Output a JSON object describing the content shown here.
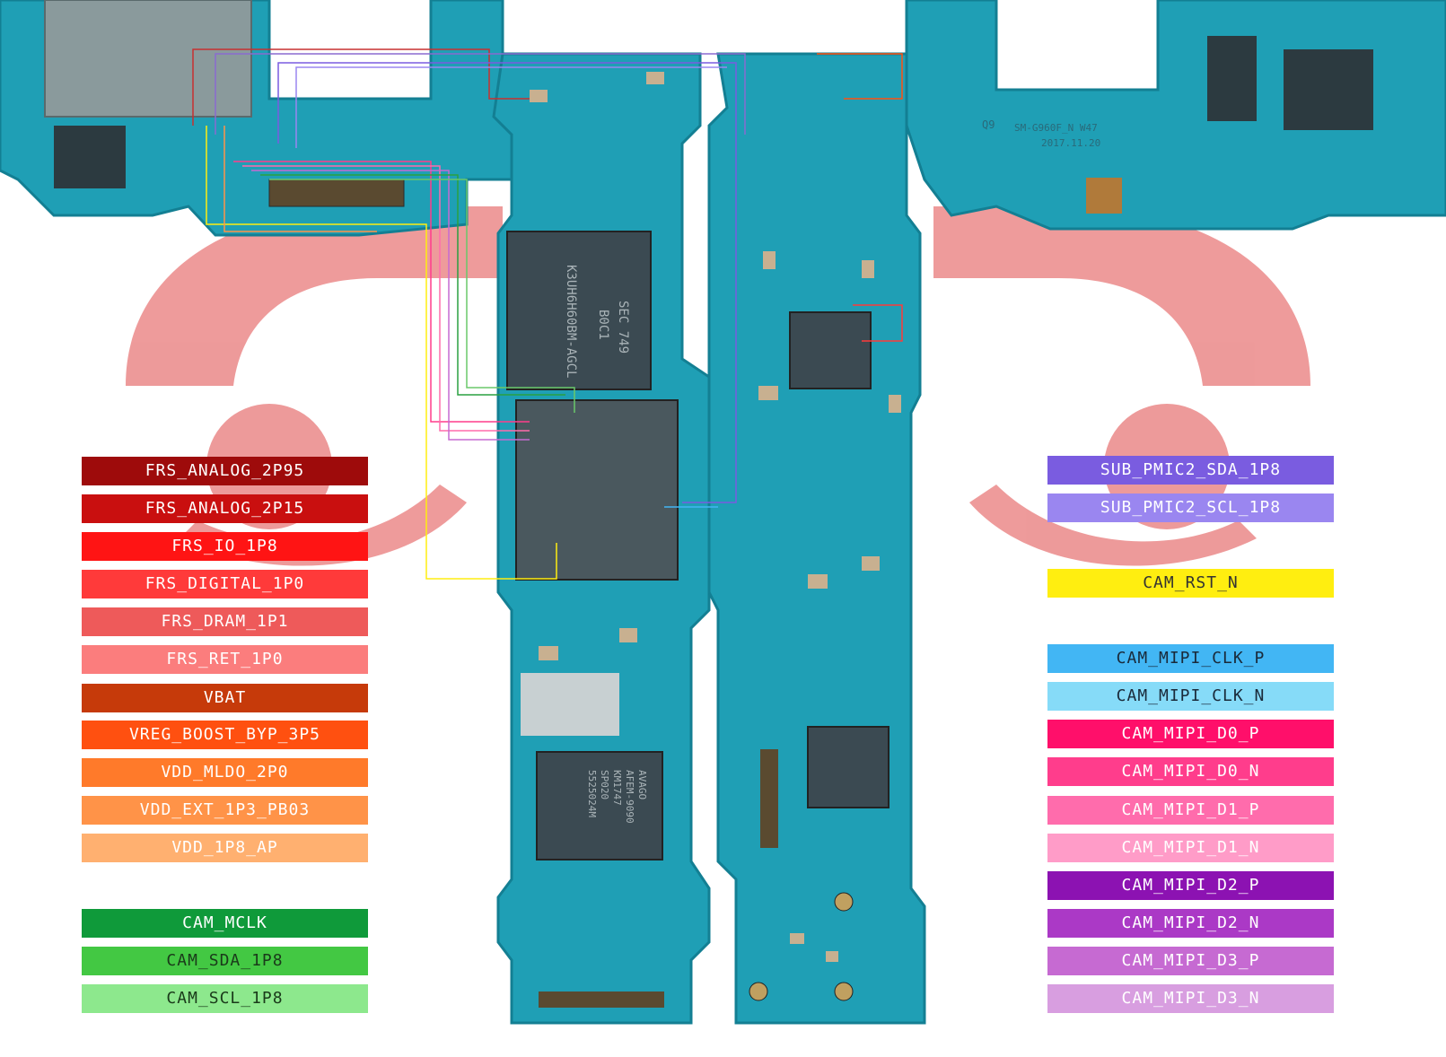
{
  "colors": {
    "board": "#1f9fb5",
    "board_dark": "#137f93",
    "chip": "#3b4a52",
    "watermark": "#e04848"
  },
  "board_text": {
    "model": "SM-G960F_N W47",
    "date": "2017.11.20",
    "q_label": "Q9",
    "mem_chip": [
      "SEC 749",
      "B0C1",
      "K3UH6H60BM-AGCL"
    ],
    "rf_chip": [
      "AVAGO",
      "AFEM-9090",
      "KM1747",
      "SP020",
      "5525024M"
    ]
  },
  "legend_left": [
    {
      "label": "FRS_ANALOG_2P95",
      "color": "#9e0b0b",
      "text_color": "#ffffff"
    },
    {
      "label": "FRS_ANALOG_2P15",
      "color": "#c90f0f",
      "text_color": "#ffffff"
    },
    {
      "label": "FRS_IO_1P8",
      "color": "#ff1414",
      "text_color": "#ffffff"
    },
    {
      "label": "FRS_DIGITAL_1P0",
      "color": "#ff3a3a",
      "text_color": "#ffffff"
    },
    {
      "label": "FRS_DRAM_1P1",
      "color": "#ee5a5a",
      "text_color": "#ffffff"
    },
    {
      "label": "FRS_RET_1P0",
      "color": "#fb7d7d",
      "text_color": "#ffffff"
    },
    {
      "label": "VBAT",
      "color": "#c63a0a",
      "text_color": "#ffffff"
    },
    {
      "label": "VREG_BOOST_BYP_3P5",
      "color": "#ff5010",
      "text_color": "#ffffff"
    },
    {
      "label": "VDD_MLDO_2P0",
      "color": "#ff7a2a",
      "text_color": "#ffffff"
    },
    {
      "label": "VDD_EXT_1P3_PB03",
      "color": "#ff9348",
      "text_color": "#ffffff"
    },
    {
      "label": "VDD_1P8_AP",
      "color": "#ffb070",
      "text_color": "#ffffff"
    },
    {
      "label": "CAM_MCLK",
      "color": "#0f9a3a",
      "text_color": "#ffffff"
    },
    {
      "label": "CAM_SDA_1P8",
      "color": "#43c843",
      "text_color": "#1a3a1a"
    },
    {
      "label": "CAM_SCL_1P8",
      "color": "#8de88d",
      "text_color": "#1a3a1a"
    }
  ],
  "legend_right": [
    {
      "label": "SUB_PMIC2_SDA_1P8",
      "color": "#7a5ce0",
      "text_color": "#ffffff"
    },
    {
      "label": "SUB_PMIC2_SCL_1P8",
      "color": "#9a86f0",
      "text_color": "#ffffff"
    },
    {
      "label": "CAM_RST_N",
      "color": "#ffee10",
      "text_color": "#333333"
    },
    {
      "label": "CAM_MIPI_CLK_P",
      "color": "#42b6f4",
      "text_color": "#1a2a3a"
    },
    {
      "label": "CAM_MIPI_CLK_N",
      "color": "#86dbf8",
      "text_color": "#1a2a3a"
    },
    {
      "label": "CAM_MIPI_D0_P",
      "color": "#ff0f6a",
      "text_color": "#ffffff"
    },
    {
      "label": "CAM_MIPI_D0_N",
      "color": "#ff3d8c",
      "text_color": "#ffffff"
    },
    {
      "label": "CAM_MIPI_D1_P",
      "color": "#ff6cac",
      "text_color": "#ffffff"
    },
    {
      "label": "CAM_MIPI_D1_N",
      "color": "#ff9cc8",
      "text_color": "#ffffff"
    },
    {
      "label": "CAM_MIPI_D2_P",
      "color": "#8c12b2",
      "text_color": "#ffffff"
    },
    {
      "label": "CAM_MIPI_D2_N",
      "color": "#ab39c6",
      "text_color": "#ffffff"
    },
    {
      "label": "CAM_MIPI_D3_P",
      "color": "#c66ad2",
      "text_color": "#ffffff"
    },
    {
      "label": "CAM_MIPI_D3_N",
      "color": "#d89ee0",
      "text_color": "#ffffff"
    }
  ]
}
